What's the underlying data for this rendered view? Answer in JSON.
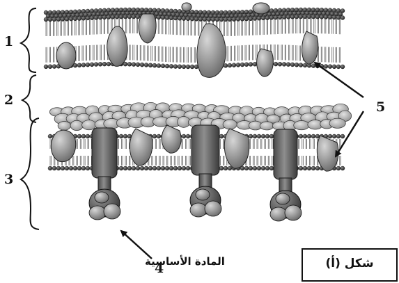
{
  "figure": {
    "labels": {
      "l1": "1",
      "l2": "2",
      "l3": "3",
      "l4": "4",
      "l5": "5"
    },
    "substrate_label": "المادة الأساسية",
    "caption": "شكل (أ)"
  },
  "colors": {
    "ink": "#111111",
    "lipid_head": "#3a3a3a",
    "protein_light": "#a8a8a8",
    "protein_dark": "#5a5a5a",
    "cortex_fill": "#bdbdbd"
  }
}
